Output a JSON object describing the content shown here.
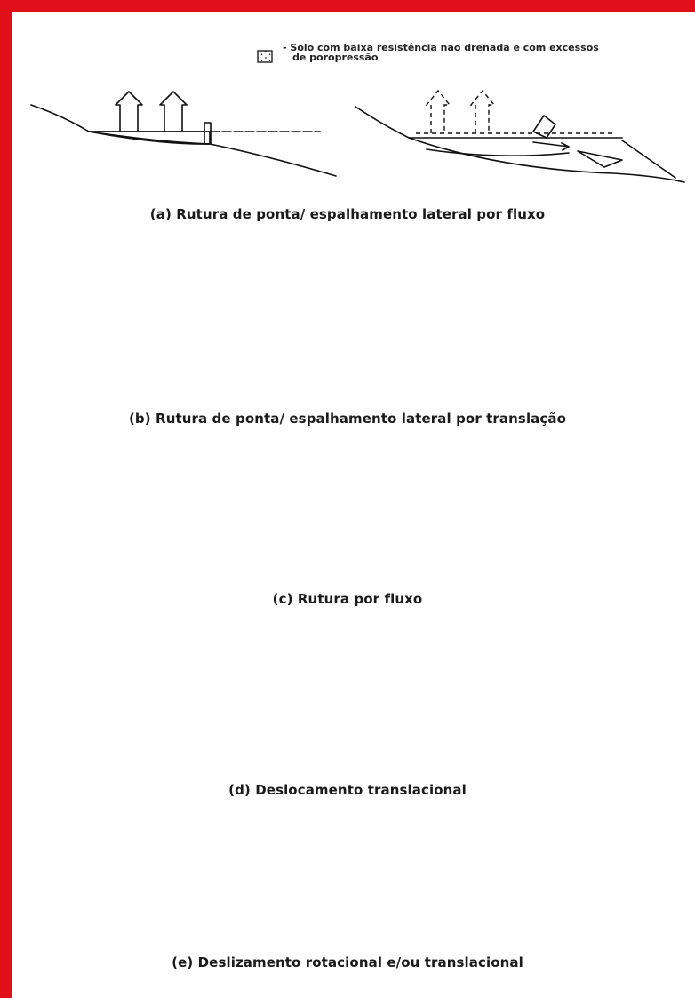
{
  "legend": {
    "line1": "- Solo com baixa resistência não drenada e com excessos",
    "line2": "de poropressão"
  },
  "panels": [
    {
      "caption": "(a) Rutura de ponta/ espalhamento lateral por fluxo"
    },
    {
      "caption": "(b) Rutura de ponta/ espalhamento lateral por translação"
    },
    {
      "caption": "(c) Rutura por fluxo"
    },
    {
      "caption": "(d) Deslocamento translacional"
    },
    {
      "caption": "(e) Deslizamento rotacional e/ou translacional"
    }
  ],
  "colors": {
    "border": "#e0101a",
    "ink": "#111111"
  }
}
